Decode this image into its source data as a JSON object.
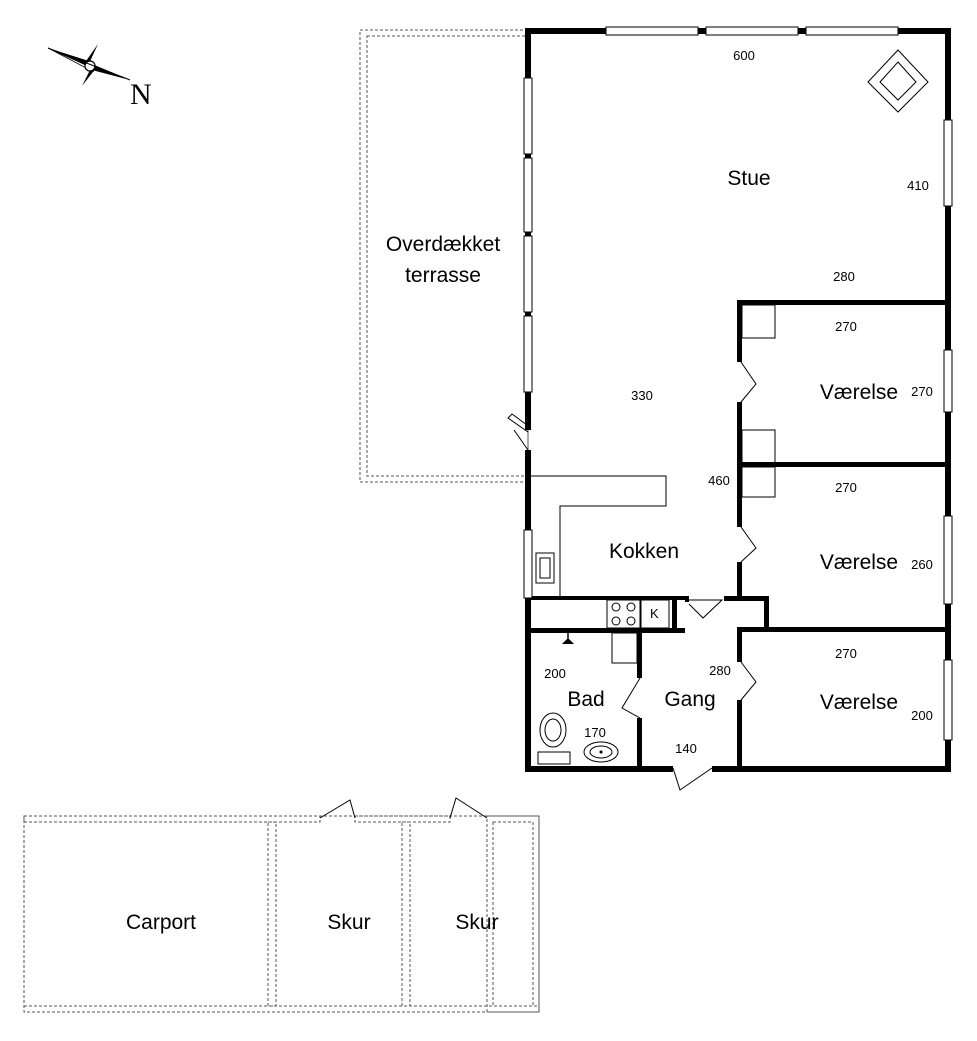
{
  "compass": {
    "north_label": "N",
    "icon": "compass-rose-icon"
  },
  "rooms": {
    "stue": "Stue",
    "terrasse_line1": "Overdækket",
    "terrasse_line2": "terrasse",
    "vaerelse1": "Værelse",
    "vaerelse2": "Værelse",
    "vaerelse3": "Værelse",
    "kokken": "Kokken",
    "bad": "Bad",
    "gang": "Gang",
    "carport": "Carport",
    "skur1": "Skur",
    "skur2": "Skur"
  },
  "dimensions": {
    "stue_top": "600",
    "stue_right": "410",
    "stue_lower": "280",
    "stue_middle": "330",
    "kokken_side": "460",
    "v1_top": "270",
    "v1_side": "270",
    "v2_top": "270",
    "v2_side": "260",
    "v3_top": "270",
    "v3_side": "200",
    "bad_side": "200",
    "bad_bottom": "170",
    "gang_side": "280",
    "gang_bottom": "140"
  },
  "fixtures": {
    "fridge_label": "K"
  }
}
